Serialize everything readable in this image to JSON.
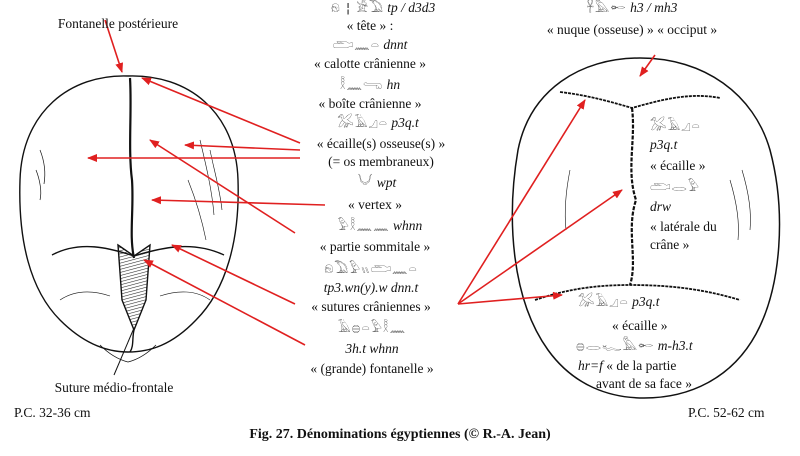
{
  "left_skull": {
    "label_top": "Fontanelle postérieure",
    "label_bottom": "Suture médio-frontale",
    "size": "P.C. 32-36 cm"
  },
  "right_skull": {
    "size": "P.C. 52-62 cm"
  },
  "center_terms": {
    "tete_translit": "tp / d3d3",
    "tete_fr": "« tête » :",
    "dnnt_translit": "dnnt",
    "calotte_fr": "« calotte crânienne »",
    "hn_translit": "hn",
    "boite_fr": "« boîte crânienne »",
    "p3qt_translit": "p3q.t",
    "ecaille_fr": "« écaille(s) osseuse(s) »",
    "os_fr": "(= os membraneux)",
    "wpt_translit": "wpt",
    "vertex_fr": "« vertex »",
    "whnn_translit": "whnn",
    "sommitale_fr": "« partie sommitale »",
    "sutures_translit": "tp3.wn(y).w dnn.t",
    "sutures_fr": "« sutures crâniennes »",
    "fontanelle_translit": "3h.t whnn",
    "fontanelle_fr": "« (grande) fontanelle »"
  },
  "right_terms": {
    "nuque_translit": "h3 / mh3",
    "nuque_fr": "« nuque (osseuse) » « occiput »",
    "p3qt1_translit": "p3q.t",
    "ecaille1_fr": "« écaille »",
    "drw_translit": "drw",
    "laterale_fr": "« latérale du",
    "crane_fr": "crâne »",
    "p3qt2_translit": "p3q.t",
    "ecaille2_fr": "« écaille »",
    "mh3t_translit": "m-h3.t",
    "hrf_translit": "hr=f",
    "face1_fr": "« de la partie",
    "face2_fr": "avant de sa face »"
  },
  "caption": "Fig. 27. Dénominations égyptiennes (© R.-A. Jean)",
  "icons": [
    "hieroglyph-glyphs"
  ],
  "colors": {
    "arrow": "#e02020",
    "ink": "#111111"
  }
}
